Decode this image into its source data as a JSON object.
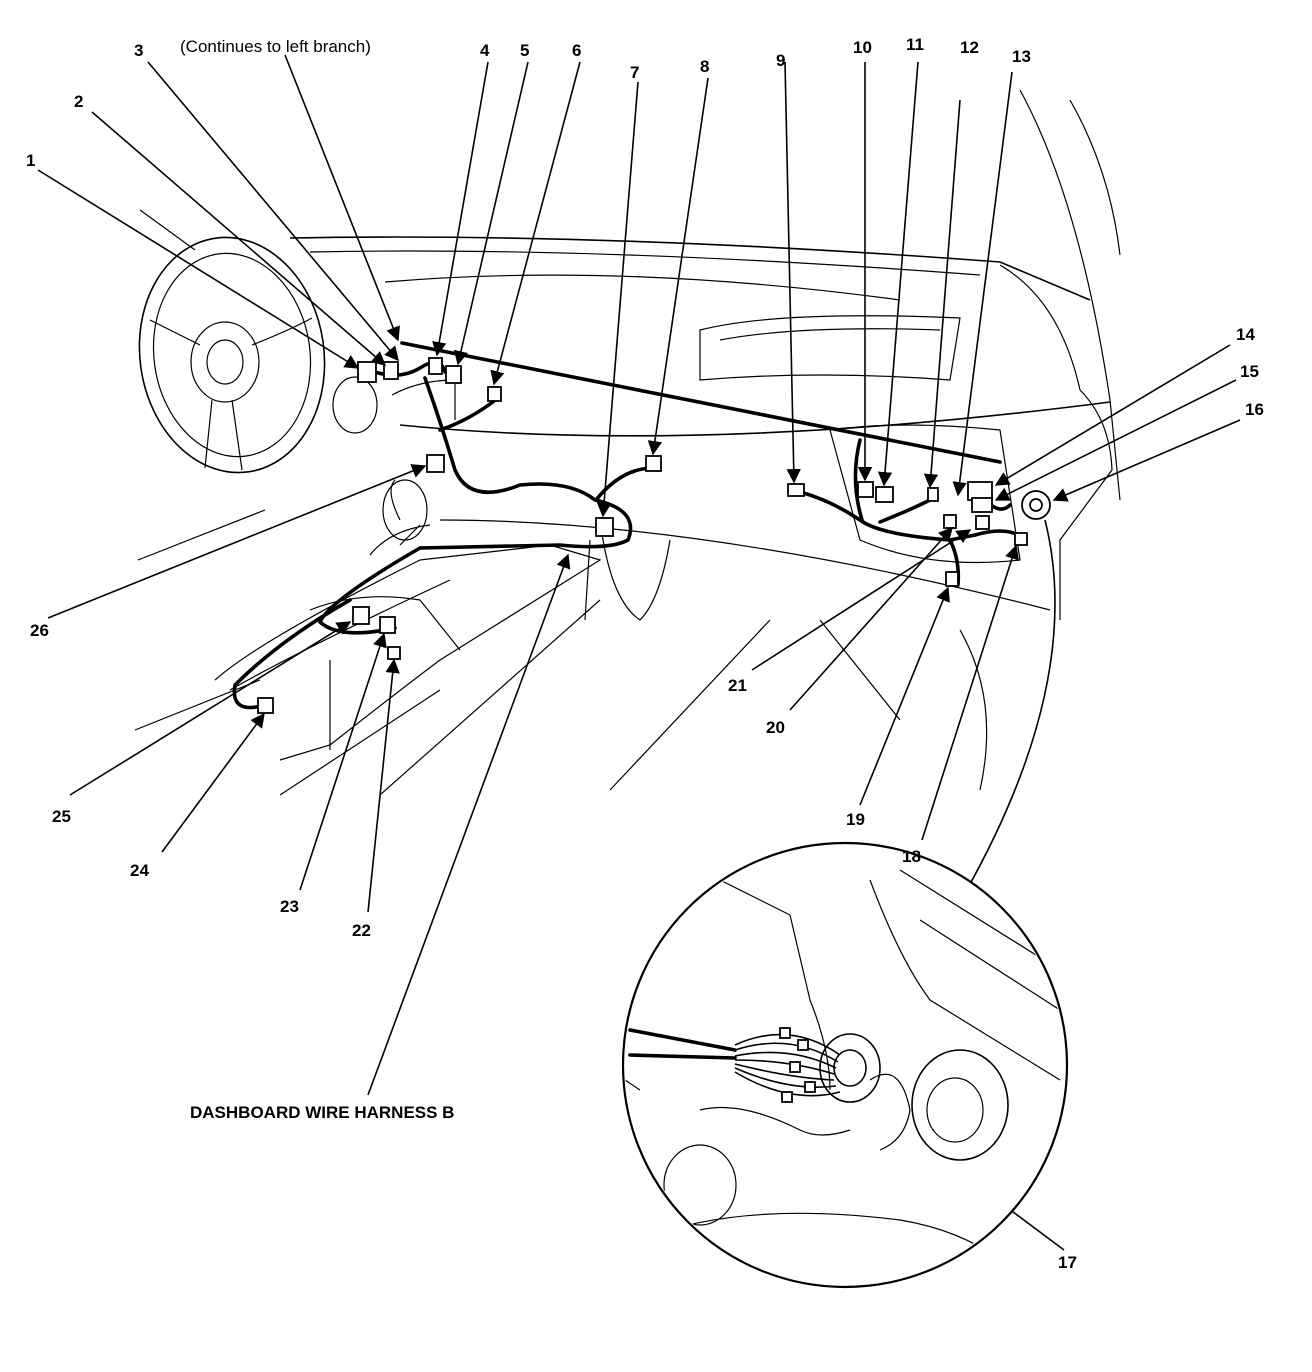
{
  "note": "(Continues to left branch)",
  "harness_title": "DASHBOARD WIRE HARNESS B",
  "callouts": [
    "1",
    "2",
    "3",
    "4",
    "5",
    "6",
    "7",
    "8",
    "9",
    "10",
    "11",
    "12",
    "13",
    "14",
    "15",
    "16",
    "17",
    "18",
    "19",
    "20",
    "21",
    "22",
    "23",
    "24",
    "25",
    "26"
  ]
}
